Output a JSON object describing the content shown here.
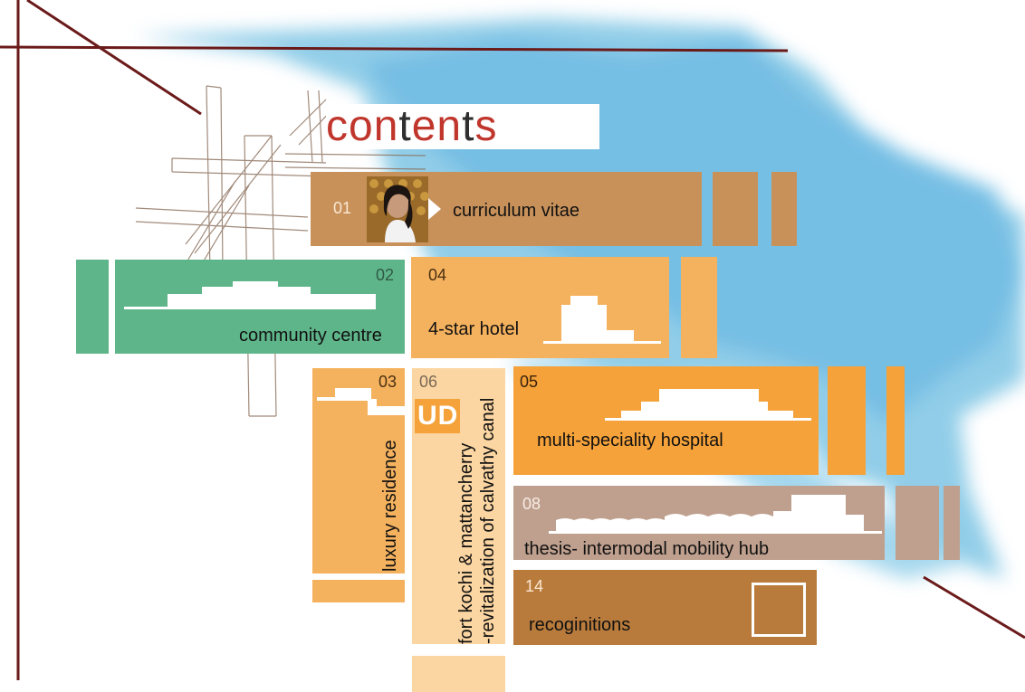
{
  "title": {
    "parts": [
      {
        "text": "con",
        "color": "#c0362c"
      },
      {
        "text": "t",
        "color": "#2f2f2f"
      },
      {
        "text": "en",
        "color": "#c0362c"
      },
      {
        "text": "t",
        "color": "#2f2f2f"
      },
      {
        "text": "s",
        "color": "#c0362c"
      }
    ]
  },
  "items": {
    "cv": {
      "number": "01",
      "label": "curriculum vitae",
      "color": "#c8915a"
    },
    "community": {
      "number": "02",
      "label": "community centre",
      "color": "#5fb58a"
    },
    "residence": {
      "number": "03",
      "label": "luxury residence",
      "color": "#f5b25e"
    },
    "hotel": {
      "number": "04",
      "label": "4-star hotel",
      "color": "#f5b25e"
    },
    "hospital": {
      "number": "05",
      "label": "multi-speciality hospital",
      "color": "#f5a23a"
    },
    "urban": {
      "number": "06",
      "badge": "UD",
      "line1": "fort kochi & mattancherry",
      "line2": "-revitalization of calvathy canal",
      "color": "#fcd6a2"
    },
    "thesis": {
      "number": "08",
      "label": "thesis- intermodal mobility hub",
      "color": "#bfa08e"
    },
    "recognitions": {
      "number": "14",
      "label": "recoginitions",
      "color": "#b97b3c"
    }
  },
  "colors": {
    "frame_line": "#6b1a1a",
    "sky": "#7fc7e6"
  }
}
